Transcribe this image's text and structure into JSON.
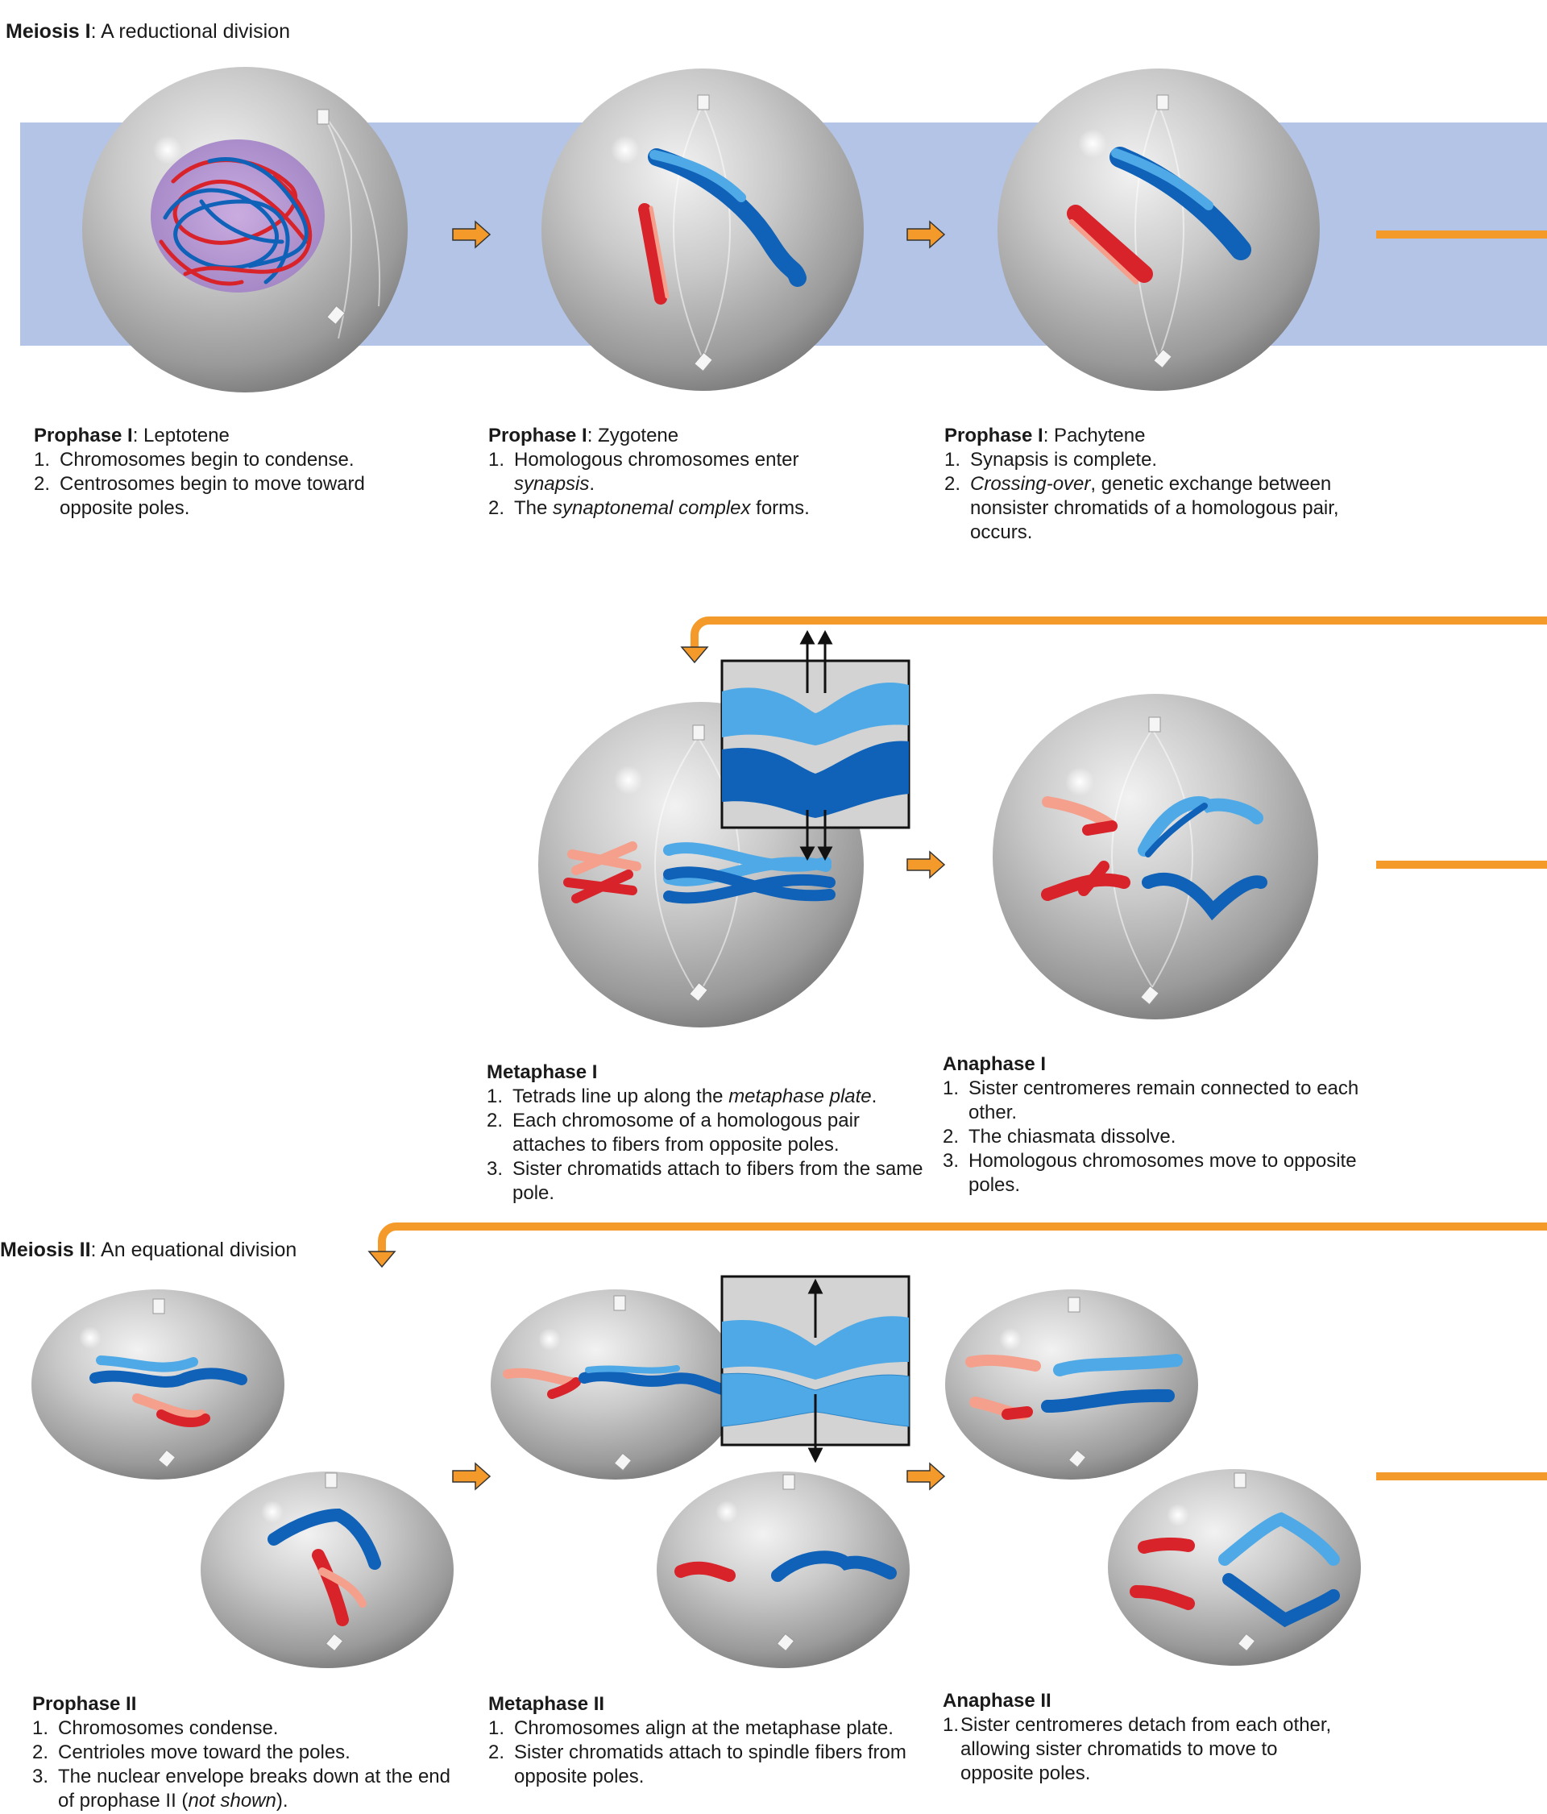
{
  "colors": {
    "band": "#b4c4e6",
    "arrow": "#f39a2a",
    "cell": "#b8b8b8",
    "blue_light": "#4ea9e6",
    "blue_dark": "#0f62b8",
    "red_light": "#f4a08c",
    "red_dark": "#d8232a"
  },
  "meiosis1": {
    "title_bold": "Meiosis I",
    "title_rest": ": A reductional division"
  },
  "meiosis2": {
    "title_bold": "Meiosis II",
    "title_rest": ": An equational division"
  },
  "stages": {
    "leptotene": {
      "title_bold": "Prophase I",
      "title_rest": ": Leptotene",
      "items": [
        {
          "num": "1.",
          "text": "Chromosomes begin to condense."
        },
        {
          "num": "2.",
          "text": "Centrosomes begin to move toward opposite poles."
        }
      ]
    },
    "zygotene": {
      "title_bold": "Prophase I",
      "title_rest": ": Zygotene",
      "items": [
        {
          "num": "1.",
          "a": "Homologous chromosomes enter ",
          "em": "synapsis",
          "b": "."
        },
        {
          "num": "2.",
          "a": "The ",
          "em": "synaptonemal complex",
          "b": " forms."
        }
      ]
    },
    "pachytene": {
      "title_bold": "Prophase I",
      "title_rest": ": Pachytene",
      "items": [
        {
          "num": "1.",
          "text": "Synapsis is complete."
        },
        {
          "num": "2.",
          "em": "Crossing-over",
          "b": ", genetic exchange between nonsister chromatids of a homologous pair, occurs."
        }
      ]
    },
    "metaphase1": {
      "title": "Metaphase I",
      "items": [
        {
          "num": "1.",
          "a": "Tetrads line up along the ",
          "em": "metaphase plate",
          "b": "."
        },
        {
          "num": "2.",
          "text": "Each chromosome of a homologous pair attaches to fibers from opposite poles."
        },
        {
          "num": "3.",
          "text": "Sister chromatids attach to fibers from the same pole."
        }
      ]
    },
    "anaphase1": {
      "title": "Anaphase I",
      "items": [
        {
          "num": "1.",
          "text": "Sister centromeres remain connected to each other."
        },
        {
          "num": "2.",
          "text": "The chiasmata dissolve."
        },
        {
          "num": "3.",
          "text": "Homologous chromosomes move to opposite poles."
        }
      ]
    },
    "prophase2": {
      "title": "Prophase II",
      "items": [
        {
          "num": "1.",
          "text": "Chromosomes condense."
        },
        {
          "num": "2.",
          "text": "Centrioles move toward the poles."
        },
        {
          "num": "3.",
          "a": "The nuclear envelope breaks down at the end of prophase II (",
          "em": "not shown",
          "b": ")."
        }
      ]
    },
    "metaphase2": {
      "title": "Metaphase II",
      "items": [
        {
          "num": "1.",
          "text": "Chromosomes align at the metaphase plate."
        },
        {
          "num": "2.",
          "text": "Sister chromatids attach to spindle fibers from opposite poles."
        }
      ]
    },
    "anaphase2": {
      "title": "Anaphase II",
      "items": [
        {
          "num": "1.",
          "text": "Sister centromeres detach from each other, allowing sister chromatids to move to opposite poles."
        }
      ]
    }
  }
}
